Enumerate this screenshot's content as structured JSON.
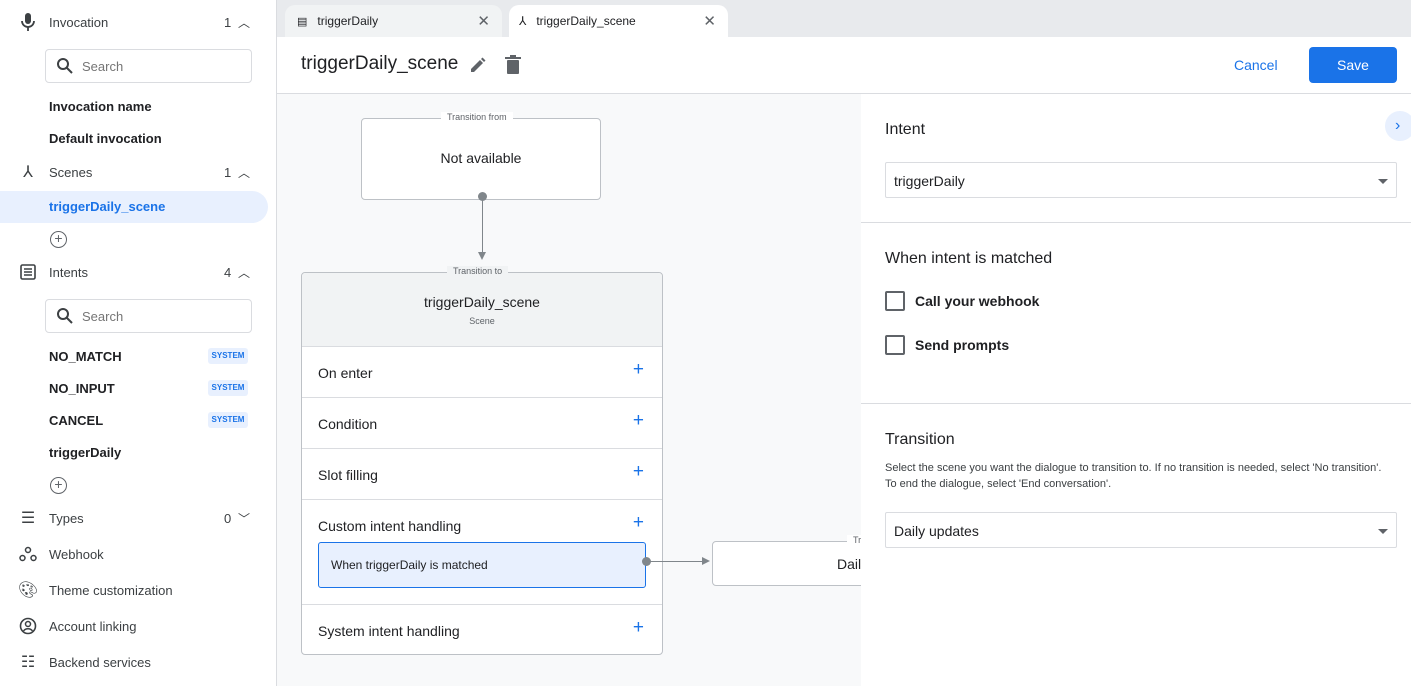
{
  "sidebar": {
    "invocation": {
      "label": "Invocation",
      "count": "1",
      "search_placeholder": "Search",
      "items": [
        "Invocation name",
        "Default invocation"
      ]
    },
    "scenes": {
      "label": "Scenes",
      "count": "1",
      "items": [
        "triggerDaily_scene"
      ]
    },
    "intents": {
      "label": "Intents",
      "count": "4",
      "search_placeholder": "Search",
      "items": [
        {
          "label": "NO_MATCH",
          "badge": "SYSTEM"
        },
        {
          "label": "NO_INPUT",
          "badge": "SYSTEM"
        },
        {
          "label": "CANCEL",
          "badge": "SYSTEM"
        },
        {
          "label": "triggerDaily",
          "badge": ""
        }
      ]
    },
    "types": {
      "label": "Types",
      "count": "0"
    },
    "links": [
      "Webhook",
      "Theme customization",
      "Account linking",
      "Backend services"
    ]
  },
  "tabs": [
    {
      "label": "triggerDaily",
      "icon": "intent-icon"
    },
    {
      "label": "triggerDaily_scene",
      "icon": "scene-icon",
      "active": true
    }
  ],
  "header": {
    "title": "triggerDaily_scene",
    "cancel": "Cancel",
    "save": "Save"
  },
  "canvas": {
    "from": {
      "legend": "Transition from",
      "value": "Not available"
    },
    "to": {
      "legend": "Transition to",
      "title": "triggerDaily_scene",
      "subtitle": "Scene"
    },
    "rows": [
      "On enter",
      "Condition",
      "Slot filling",
      "Custom intent handling",
      "System intent handling"
    ],
    "handler": "When triggerDaily is matched",
    "target": {
      "legend": "Tr",
      "value": "Dail"
    }
  },
  "panel": {
    "intent_title": "Intent",
    "intent_value": "triggerDaily",
    "matched_title": "When intent is matched",
    "options": [
      {
        "label": "Call your webhook",
        "checked": false
      },
      {
        "label": "Send prompts",
        "checked": false
      }
    ],
    "transition_title": "Transition",
    "transition_help": "Select the scene you want the dialogue to transition to. If no transition is needed, select 'No transition'. To end the dialogue, select 'End conversation'.",
    "transition_value": "Daily updates"
  },
  "colors": {
    "accent": "#1a73e8",
    "selected_bg": "#e8f0fe"
  }
}
